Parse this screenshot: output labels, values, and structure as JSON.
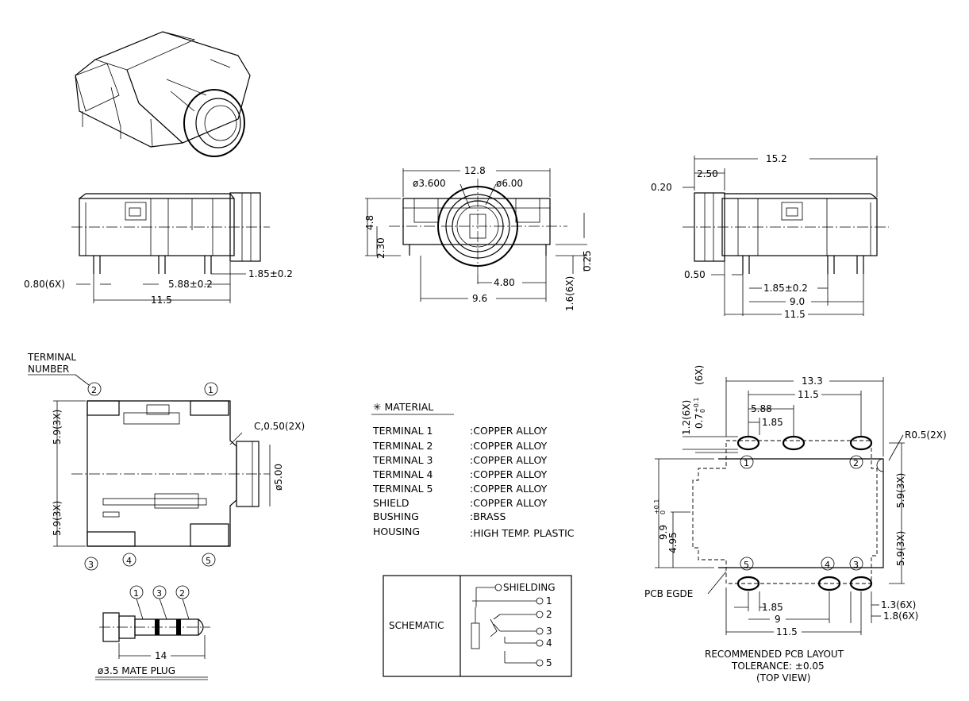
{
  "views": {
    "side_left": {
      "d_080": "0.80(6X)",
      "d_588": "5.88±0.2",
      "d_185": "1.85±0.2",
      "d_115": "11.5"
    },
    "front": {
      "d_128": "12.8",
      "d_phi36": "ø3.600",
      "d_phi6": "ø6.00",
      "d_48": "4.8",
      "d_230": "2.30",
      "d_480": "4.80",
      "d_96": "9.6",
      "d_16": "1.6(6X)",
      "d_025": "0.25"
    },
    "side_right": {
      "d_152": "15.2",
      "d_250": "2.50",
      "d_020": "0.20",
      "d_050": "0.50",
      "d_185": "1.85±0.2",
      "d_90": "9.0",
      "d_115": "11.5"
    },
    "top_view": {
      "terminal_line1": "TERMINAL",
      "terminal_line2": "NUMBER",
      "d_59a": "5.9(3X)",
      "d_59b": "5.9(3X)",
      "d_chamfer": "C,0.50(2X)",
      "d_phi5": "ø5.00"
    },
    "plug": {
      "title": "ø3.5 MATE PLUG",
      "d_14": "14"
    }
  },
  "terminals": [
    "1",
    "2",
    "3",
    "4",
    "5"
  ],
  "material": {
    "heading": "✳ MATERIAL",
    "rows": [
      {
        "part": "TERMINAL 1",
        "mat": ":COPPER ALLOY"
      },
      {
        "part": "TERMINAL 2",
        "mat": ":COPPER ALLOY"
      },
      {
        "part": "TERMINAL 3",
        "mat": ":COPPER ALLOY"
      },
      {
        "part": "TERMINAL 4",
        "mat": ":COPPER ALLOY"
      },
      {
        "part": "TERMINAL 5",
        "mat": ":COPPER ALLOY"
      },
      {
        "part": "SHIELD",
        "mat": ":COPPER ALLOY"
      },
      {
        "part": "BUSHING",
        "mat": ":BRASS"
      },
      {
        "part": "HOUSING",
        "mat": ":HIGH TEMP. PLASTIC"
      }
    ]
  },
  "schematic": {
    "label": "SCHEMATIC",
    "pins": [
      "SHIELDING",
      "1",
      "2",
      "3",
      "4",
      "5"
    ]
  },
  "pcb_layout": {
    "d_133": "13.3",
    "d_115_top": "11.5",
    "d_588": "5.88",
    "d_185_top": "1.85",
    "d_12": "1.2(6X)",
    "d_07": "0.7",
    "d_07_tol_up": "+0.1",
    "d_07_tol_dn": "0",
    "d_07_mult": "(6X)",
    "d_r05": "R0.5(2X)",
    "d_99": "9.9",
    "d_99_tol_up": "+0.1",
    "d_99_tol_dn": "0",
    "d_495": "4.95",
    "d_59a": "5.9(3X)",
    "d_59b": "5.9(3X)",
    "pcb_edge": "PCB EGDE",
    "d_185_bot": "1.85",
    "d_9": "9",
    "d_115_bot": "11.5",
    "d_13": "1.3(6X)",
    "d_18": "1.8(6X)",
    "caption1": "RECOMMENDED PCB LAYOUT",
    "caption2": "TOLERANCE: ±0.05",
    "caption3": "(TOP VIEW)"
  }
}
